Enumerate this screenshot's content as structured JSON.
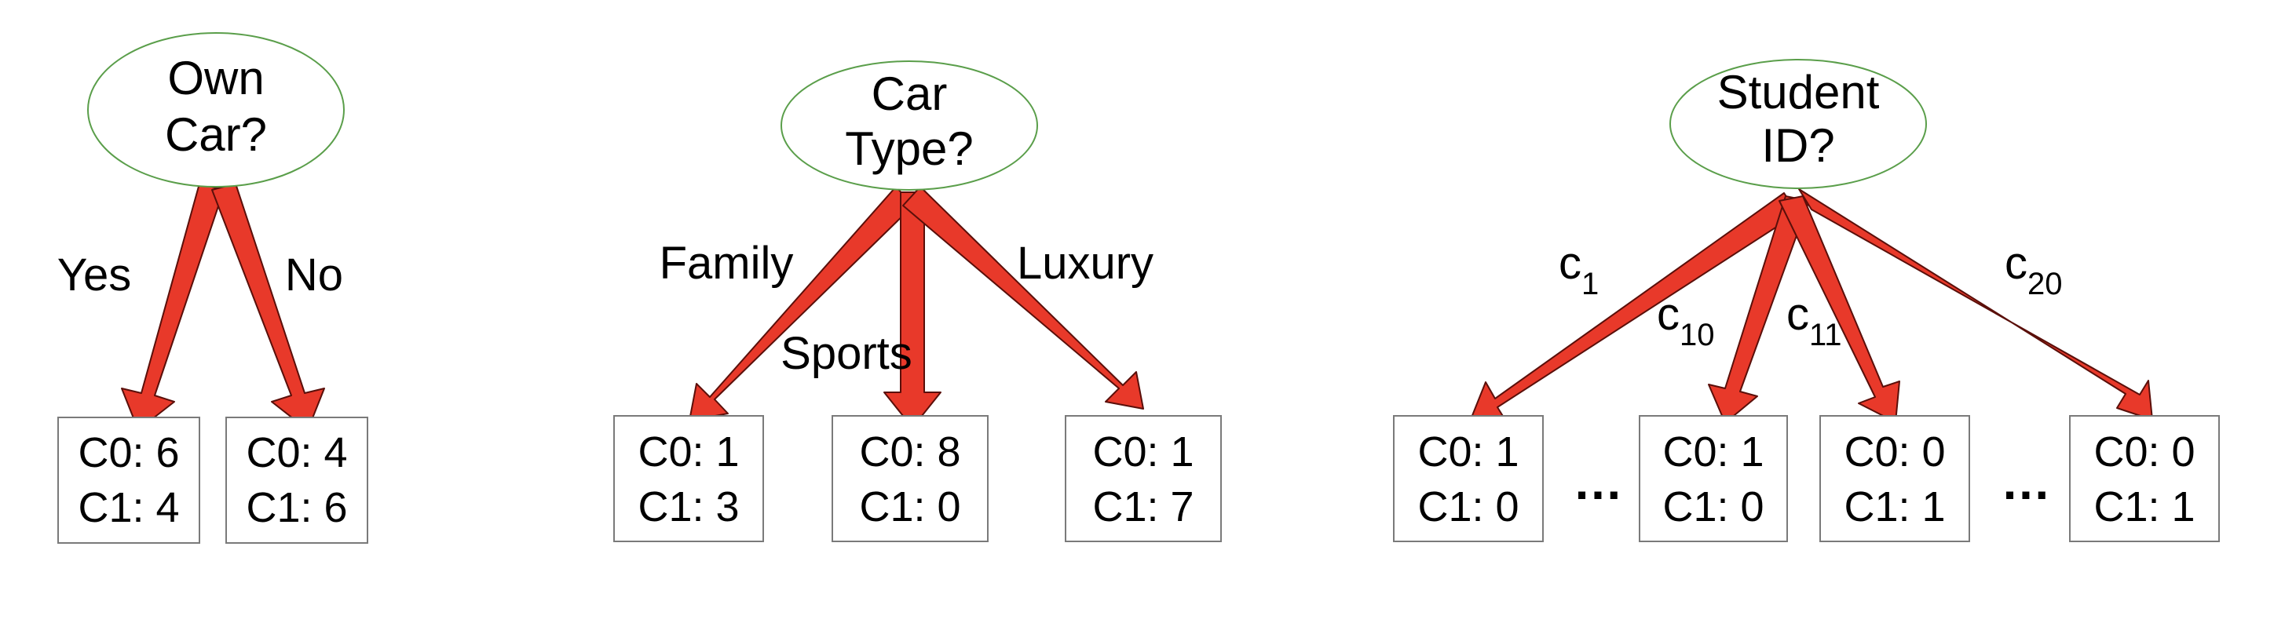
{
  "colors": {
    "arrow_fill": "#e8392a",
    "arrow_stroke": "#5a0f0a",
    "ellipse_stroke": "#5a9e4a",
    "box_stroke": "#7a7a7a",
    "text": "#000000"
  },
  "trees": [
    {
      "root": {
        "line1": "Own",
        "line2": "Car?"
      },
      "edges": [
        {
          "label": "Yes",
          "sub": ""
        },
        {
          "label": "No",
          "sub": ""
        }
      ],
      "leaves": [
        {
          "c0": "C0: 6",
          "c1": "C1: 4"
        },
        {
          "c0": "C0: 4",
          "c1": "C1: 6"
        }
      ]
    },
    {
      "root": {
        "line1": "Car",
        "line2": "Type?"
      },
      "edges": [
        {
          "label": "Family",
          "sub": ""
        },
        {
          "label": "Sports",
          "sub": ""
        },
        {
          "label": "Luxury",
          "sub": ""
        }
      ],
      "leaves": [
        {
          "c0": "C0: 1",
          "c1": "C1: 3"
        },
        {
          "c0": "C0: 8",
          "c1": "C1: 0"
        },
        {
          "c0": "C0: 1",
          "c1": "C1: 7"
        }
      ]
    },
    {
      "root": {
        "line1": "Student",
        "line2": "ID?"
      },
      "edges": [
        {
          "label": "c",
          "sub": "1"
        },
        {
          "label": "c",
          "sub": "10"
        },
        {
          "label": "c",
          "sub": "11"
        },
        {
          "label": "c",
          "sub": "20"
        }
      ],
      "leaves": [
        {
          "c0": "C0: 1",
          "c1": "C1: 0"
        },
        {
          "c0": "C0: 1",
          "c1": "C1: 0"
        },
        {
          "c0": "C0: 0",
          "c1": "C1: 1"
        },
        {
          "c0": "C0: 0",
          "c1": "C1: 1"
        }
      ],
      "ellipsis": [
        "…",
        "…"
      ]
    }
  ]
}
